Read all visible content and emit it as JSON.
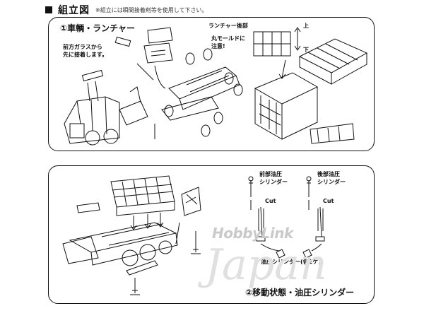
{
  "header": {
    "title": "組立図",
    "note": "※組立には瞬間接着剤等を使用して下さい。"
  },
  "panel1": {
    "title": "①車輌・ランチャー",
    "label_front_glass": [
      "前方ガラスから",
      "先に接着します。"
    ],
    "label_launcher_rear": "ランチャー後部",
    "label_round_mold": [
      "丸モールドに",
      "注意!"
    ],
    "label_arrow_top": "上",
    "label_arrow_bottom": "下"
  },
  "panel2": {
    "title": "②移動状態・油圧シリンダー",
    "label_front_cylinder": [
      "前部油圧",
      "シリンダー"
    ],
    "label_rear_cylinder": [
      "後部油圧",
      "シリンダー"
    ],
    "cut_label": "Cut",
    "label_cylinder_count": "油圧シリンダー(各2ケ)"
  },
  "watermark": {
    "brand": "HobbyLink",
    "country": "Japan"
  }
}
